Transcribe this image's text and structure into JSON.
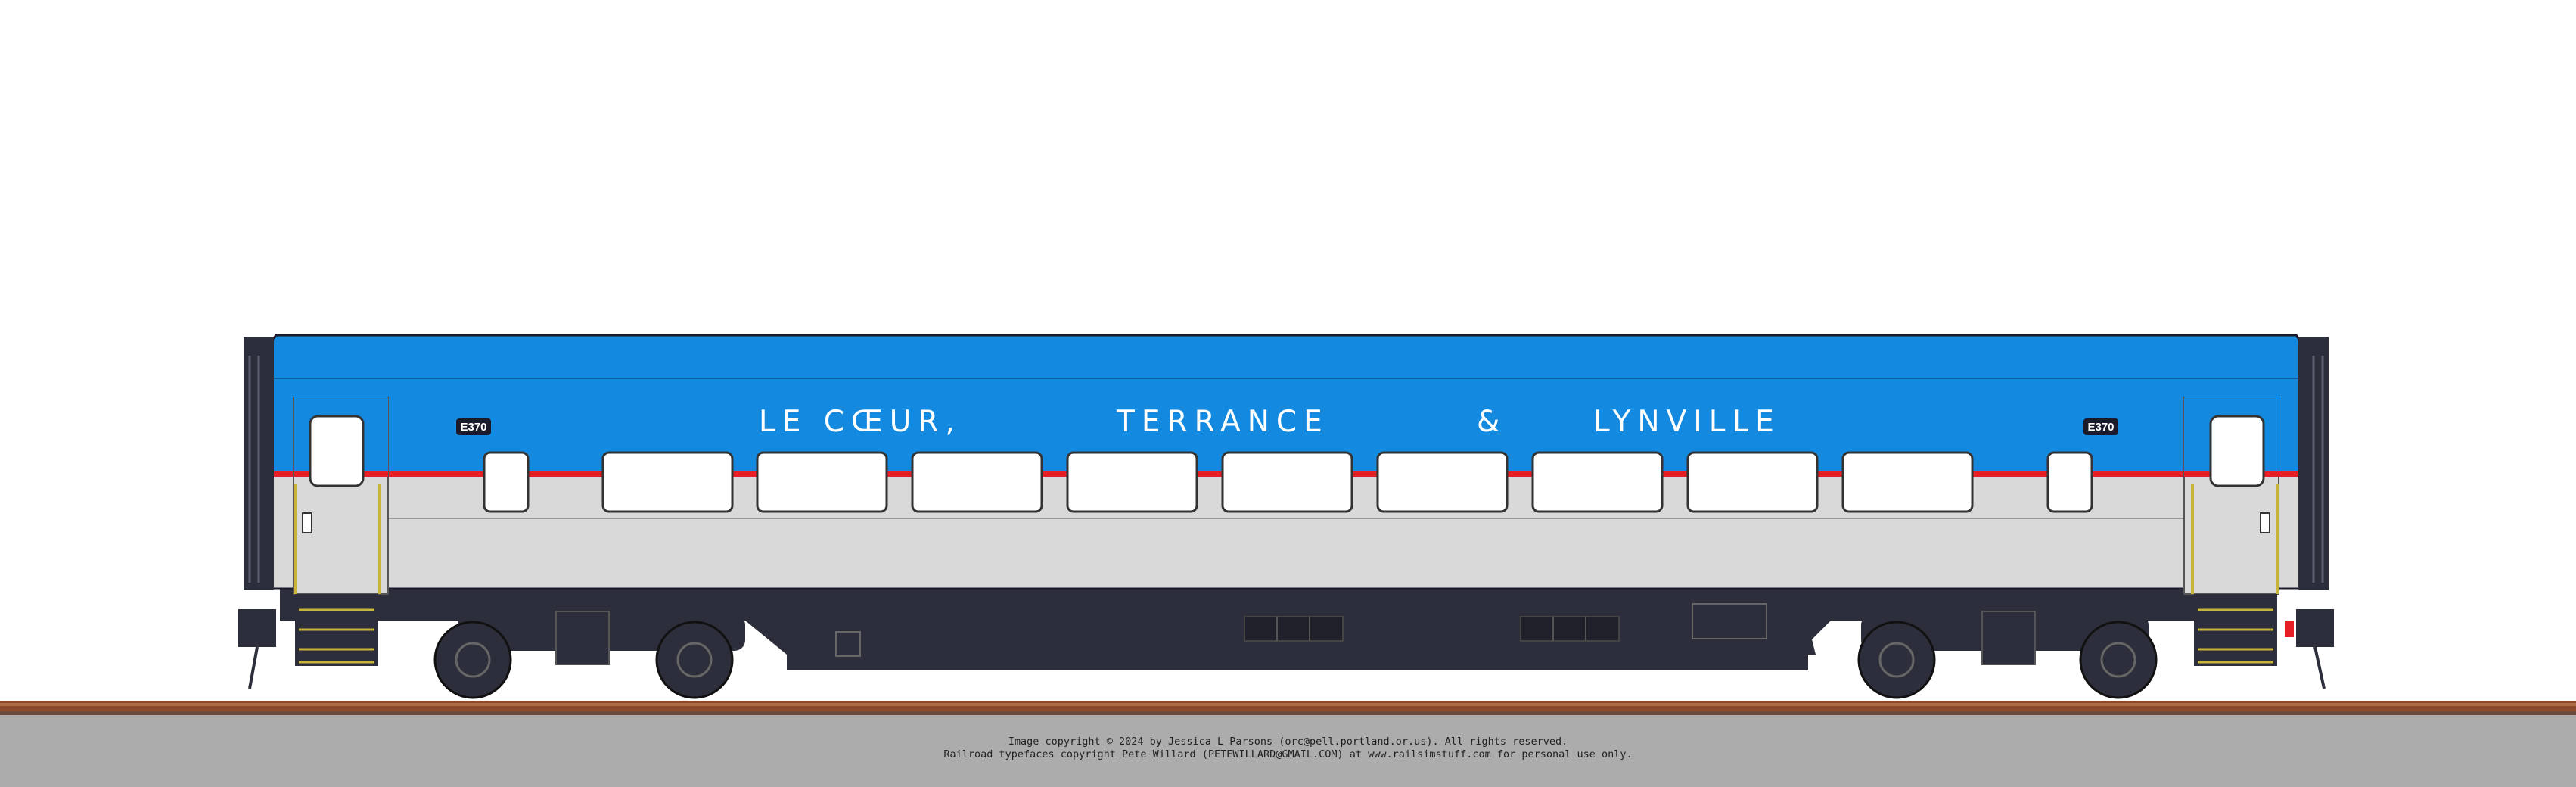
{
  "railcar": {
    "road_name": [
      "LE CŒUR,",
      "TERRANCE",
      "&",
      "LYNVILLE"
    ],
    "car_number": "E370",
    "colors": {
      "roof_band": "#1489e0",
      "red_stripe": "#e61e25",
      "lower_body": "#d9d9d9",
      "underframe": "#2d2e3b",
      "rail_ties": "#8b4a2b",
      "ground": "#acacac"
    }
  },
  "credits": {
    "line1": "Image copyright © 2024 by Jessica L Parsons (orc@pell.portland.or.us). All rights reserved.",
    "line2": "Railroad typefaces copyright Pete Willard (PETEWILLARD@GMAIL.COM) at www.railsimstuff.com for personal use only."
  }
}
